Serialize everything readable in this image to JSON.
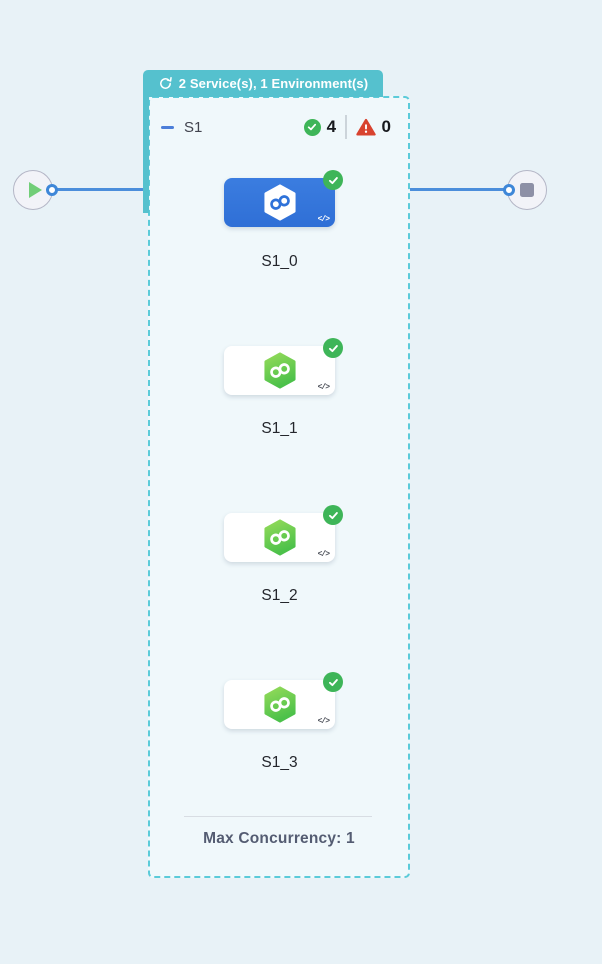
{
  "group_badge": {
    "label": "2 Service(s), 1 Environment(s)",
    "icon": "cycle-icon"
  },
  "stage_header": {
    "name": "S1",
    "success_count": "4",
    "failure_count": "0"
  },
  "nodes": [
    {
      "label": "S1_0",
      "selected": true,
      "status": "success"
    },
    {
      "label": "S1_1",
      "selected": false,
      "status": "success"
    },
    {
      "label": "S1_2",
      "selected": false,
      "status": "success"
    },
    {
      "label": "S1_3",
      "selected": false,
      "status": "success"
    }
  ],
  "footer": {
    "label": "Max Concurrency: 1"
  },
  "icons": {
    "code_glyph": "</>"
  },
  "colors": {
    "badge_teal": "#55c1ce",
    "dashed_border": "#5bcbd9",
    "edge_blue": "#4b8edb",
    "selected_node_blue": "#3274db",
    "hex_green_light": "#92d958",
    "hex_green_dark": "#4fc24b",
    "success_green": "#3eb558",
    "failure_red": "#d8432f",
    "page_background": "#e8f2f7"
  }
}
